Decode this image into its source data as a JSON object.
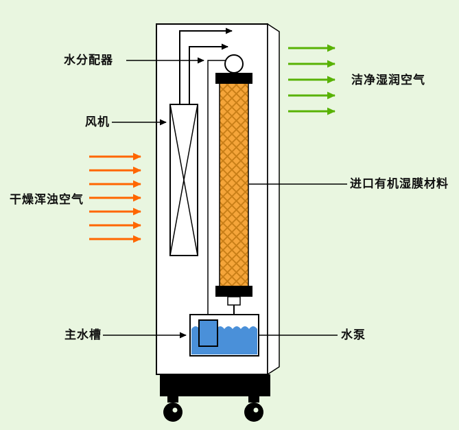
{
  "diagram": {
    "labels": {
      "water_distributor": "水分配器",
      "fan": "风机",
      "dry_air": "干燥浑浊空气",
      "clean_air": "洁净湿润空气",
      "membrane": "进口有机湿膜材料",
      "water_tank": "主水槽",
      "water_pump": "水泵"
    },
    "colors": {
      "background": "#e9f6e0",
      "line": "#000000",
      "dry_air_arrow": "#ff6600",
      "clean_air_arrow": "#58b204",
      "membrane_fill": "#f5a53a",
      "membrane_hatch": "#c97f17",
      "water": "#4a90d9",
      "cabinet_fill": "#ffffff",
      "base": "#000000"
    }
  }
}
